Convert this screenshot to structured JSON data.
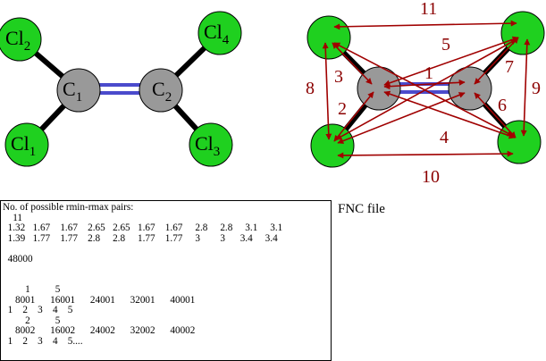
{
  "left_molecule": {
    "atoms": [
      {
        "element": "Cl",
        "index": "2"
      },
      {
        "element": "Cl",
        "index": "4"
      },
      {
        "element": "C",
        "index": "1"
      },
      {
        "element": "C",
        "index": "2"
      },
      {
        "element": "Cl",
        "index": "1"
      },
      {
        "element": "Cl",
        "index": "3"
      }
    ]
  },
  "pairs": [
    "1",
    "2",
    "3",
    "4",
    "5",
    "6",
    "7",
    "8",
    "9",
    "10",
    "11"
  ],
  "colors": {
    "chlorine": "#1fd01f",
    "carbon": "#999999",
    "double_bond": "#4b4bcc",
    "arrow": "#a00000"
  },
  "fnc_file": {
    "caption": "FNC file",
    "lines": [
      "No. of possible rmin-rmax pairs:",
      "    11",
      "  1.32   1.67    1.67    2.65   2.65   1.67    1.67     2.8     2.8     3.1     3.1",
      "  1.39   1.77    1.77    2.8     2.8     1.77    1.77     3        3      3.4     3.4",
      "",
      "  48000",
      "",
      "",
      "         1          5",
      "     8001      16001      24001      32001      40001",
      "  1    2    3    4    5",
      "         2          5",
      "     8002      16002      24002      32002      40002",
      "  1    2    3    4    5...."
    ]
  }
}
